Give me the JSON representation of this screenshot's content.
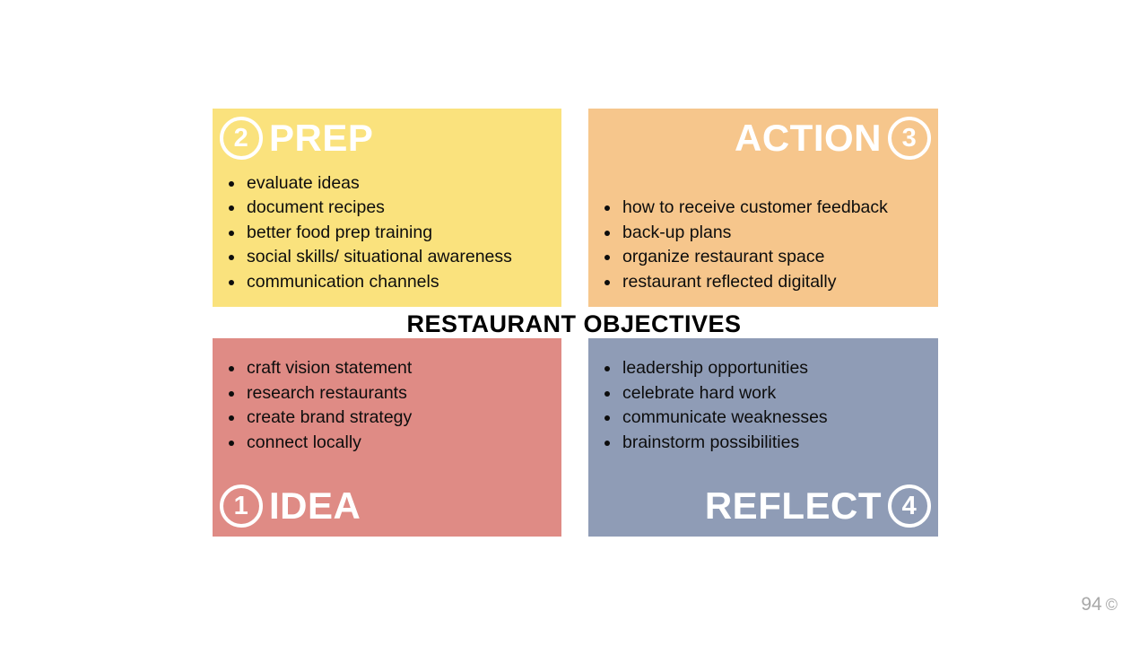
{
  "title": "RESTAURANT OBJECTIVES",
  "page_number": "94",
  "page_icon_glyph": "©",
  "quadrants": {
    "prep": {
      "number": "2",
      "label": "PREP",
      "color": "#fae27d",
      "items": [
        "evaluate ideas",
        "document recipes",
        "better food prep training",
        "social skills/ situational awareness",
        "communication channels"
      ]
    },
    "action": {
      "number": "3",
      "label": "ACTION",
      "color": "#f6c68c",
      "items": [
        "how to receive customer feedback",
        "back-up plans",
        "organize restaurant space",
        "restaurant reflected digitally"
      ]
    },
    "idea": {
      "number": "1",
      "label": "IDEA",
      "color": "#df8b85",
      "items": [
        "craft vision statement",
        "research restaurants",
        "create brand strategy",
        "connect locally"
      ]
    },
    "reflect": {
      "number": "4",
      "label": "REFLECT",
      "color": "#8f9cb6",
      "items": [
        "leadership opportunities",
        "celebrate hard work",
        "communicate weaknesses",
        "brainstorm possibilities"
      ]
    }
  }
}
